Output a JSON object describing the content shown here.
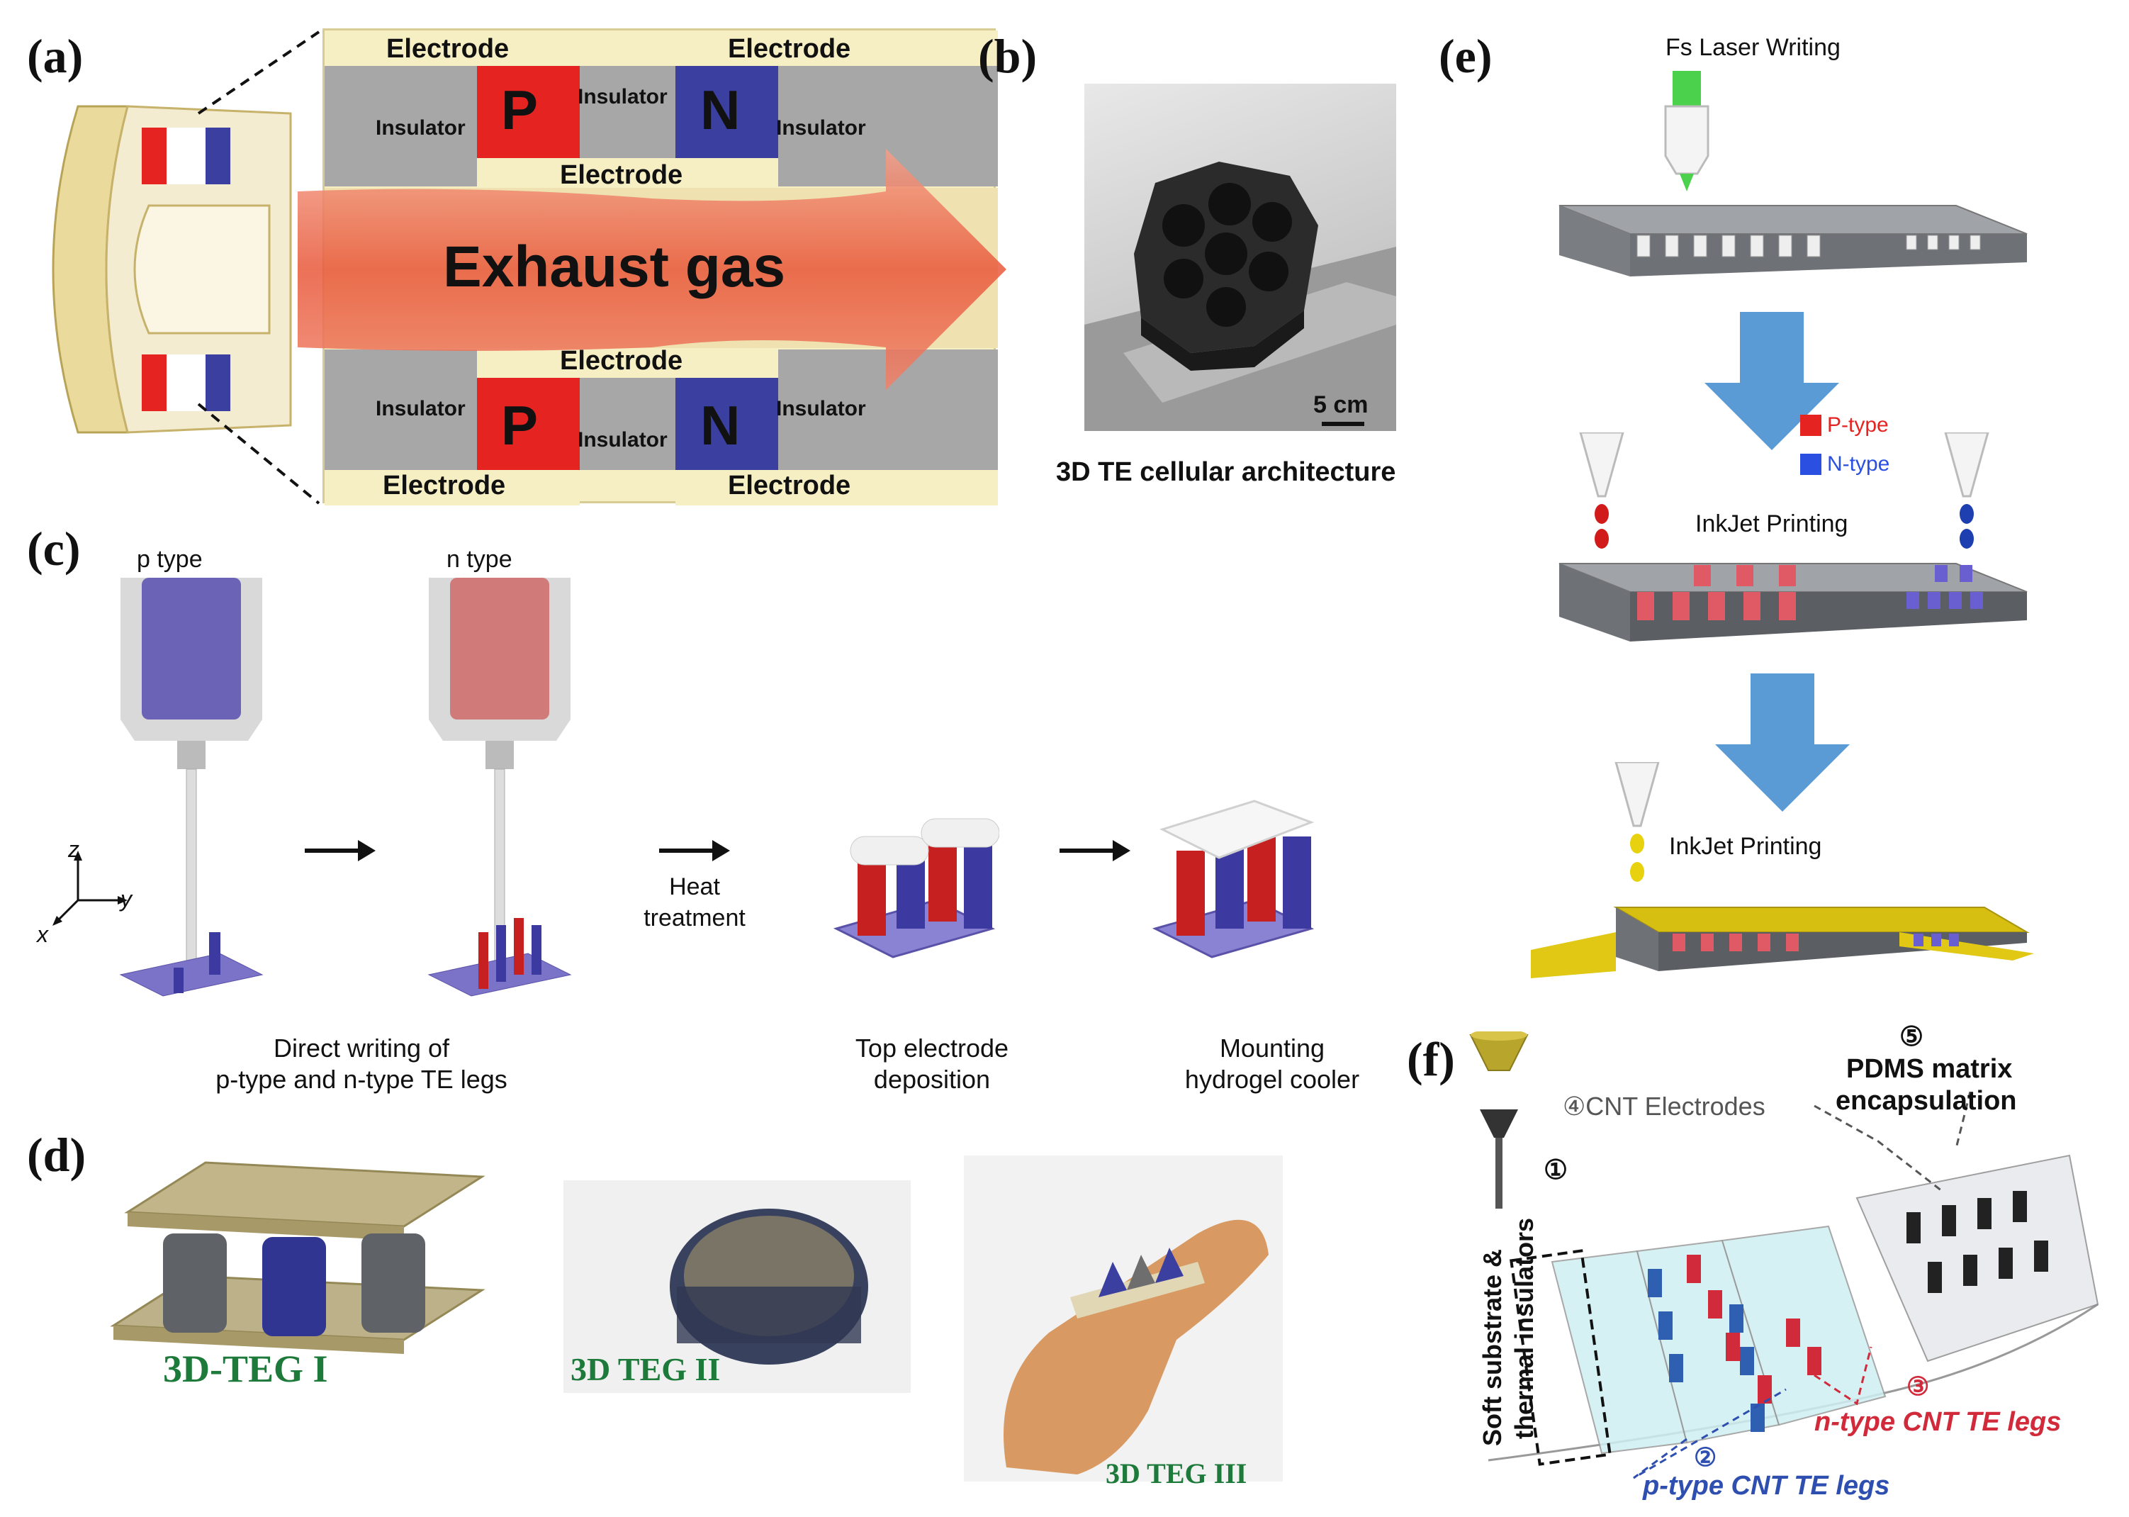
{
  "panels": {
    "a": {
      "label": "(a)",
      "electrode": "Electrode",
      "insulator": "Insulator",
      "p": "P",
      "n": "N",
      "exhaust": "Exhaust gas"
    },
    "b": {
      "label": "(b)",
      "scale": "5 cm",
      "caption": "3D TE cellular architecture"
    },
    "c": {
      "label": "(c)",
      "p_type": "p type",
      "n_type": "n type",
      "heat_line1": "Heat",
      "heat_line2": "treatment",
      "axis_z": "z",
      "axis_y": "y",
      "axis_x": "x",
      "step1_line1": "Direct writing of",
      "step1_line2": "p-type and n-type TE legs",
      "step2_line1": "Top electrode",
      "step2_line2": "deposition",
      "step3_line1": "Mounting",
      "step3_line2": "hydrogel cooler"
    },
    "d": {
      "label": "(d)",
      "teg1": "3D-TEG I",
      "teg2": "3D TEG II",
      "teg3": "3D TEG III"
    },
    "e": {
      "label": "(e)",
      "fs_laser": "Fs Laser Writing",
      "p_type": "P-type",
      "n_type": "N-type",
      "inkjet1": "InkJet Printing",
      "inkjet2": "InkJet Printing"
    },
    "f": {
      "label": "(f)",
      "step1_num": "①",
      "step1_text": "Soft substrate &",
      "step1_text2": "thermal insulators",
      "step2_num": "②",
      "step2_text": "p-type CNT TE legs",
      "step3_num": "③",
      "step3_text": "n-type CNT TE legs",
      "step4_text": "④CNT Electrodes",
      "step5_num": "⑤",
      "step5_line1": "PDMS matrix",
      "step5_line2": "encapsulation"
    }
  },
  "colors": {
    "p_red": "#e52421",
    "n_blue": "#3a3fa0",
    "electrode_yellow": "#f7efc4",
    "insulator_gray": "#a7a7a7",
    "arrow_blue": "#5b9bd5",
    "teg_green": "#1d7a3a"
  }
}
